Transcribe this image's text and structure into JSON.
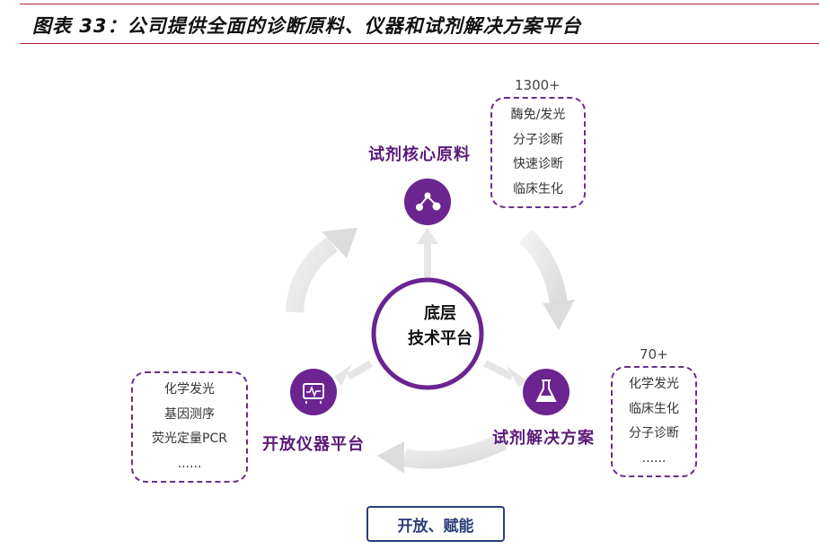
{
  "header": {
    "title": "图表 33：公司提供全面的诊断原料、仪器和试剂解决方案平台"
  },
  "center": {
    "line1": "底层",
    "line2": "技术平台"
  },
  "nodes": {
    "raw_materials": {
      "label": "试剂核心原料",
      "count": "1300+",
      "items": [
        "酶免/发光",
        "分子诊断",
        "快速诊断",
        "临床生化"
      ]
    },
    "solutions": {
      "label": "试剂解决方案",
      "count": "70+",
      "items": [
        "化学发光",
        "临床生化",
        "分子诊断",
        "......"
      ]
    },
    "instruments": {
      "label": "开放仪器平台",
      "items": [
        "化学发光",
        "基因测序",
        "荧光定量PCR",
        "......"
      ]
    }
  },
  "footer": {
    "button_label": "开放、赋能"
  },
  "colors": {
    "accent_purple": "#6b2490",
    "header_rule": "#b22234",
    "footer_blue": "#2c3e7a",
    "arrow_gray": "#e3e3e3"
  },
  "icons": {
    "raw_materials": "molecule-icon",
    "solutions": "flask-icon",
    "instruments": "instrument-icon"
  }
}
